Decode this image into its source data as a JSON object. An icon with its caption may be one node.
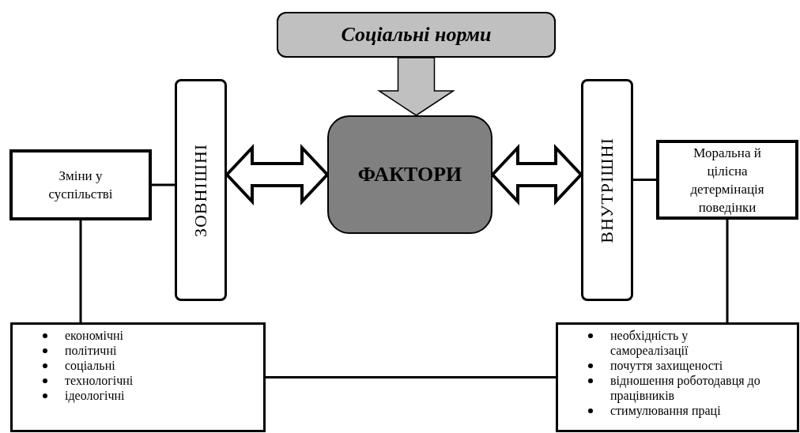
{
  "diagram": {
    "nodes": [
      {
        "text": [
          "Соціальні норми"
        ]
      },
      {
        "text": [
          "ФАКТОРИ"
        ]
      },
      {
        "text": [
          "ЗОВНІШНІ"
        ]
      },
      {
        "text": [
          "ВНУТРІШНІ"
        ]
      },
      {
        "text": [
          "Зміни у суспільстві"
        ]
      },
      {
        "text": [
          "Моральна й цілісна детермінація поведінки"
        ]
      },
      {
        "text": [
          "економічні",
          "політичні",
          "соціальні",
          "технологічні",
          "ідеологічні"
        ]
      },
      {
        "text": [
          "необхідність у самореалізації",
          "почуття захищеності",
          "відношення роботодавця до працівників",
          "стимулювання праці"
        ]
      }
    ],
    "edges": [
      {
        "from": 0,
        "to": 1,
        "arrow": "to",
        "style": "thick",
        "color": "#c0c0c0"
      },
      {
        "from": 2,
        "to": 1,
        "arrow": "both",
        "style": "thick"
      },
      {
        "from": 1,
        "to": 3,
        "arrow": "both",
        "style": "thick"
      },
      {
        "from": 4,
        "to": 2,
        "arrow": "none"
      },
      {
        "from": 3,
        "to": 5,
        "arrow": "none"
      },
      {
        "from": 4,
        "to": 6,
        "arrow": "none"
      },
      {
        "from": 5,
        "to": 7,
        "arrow": "none"
      },
      {
        "from": 6,
        "to": 7,
        "arrow": "none"
      }
    ]
  }
}
